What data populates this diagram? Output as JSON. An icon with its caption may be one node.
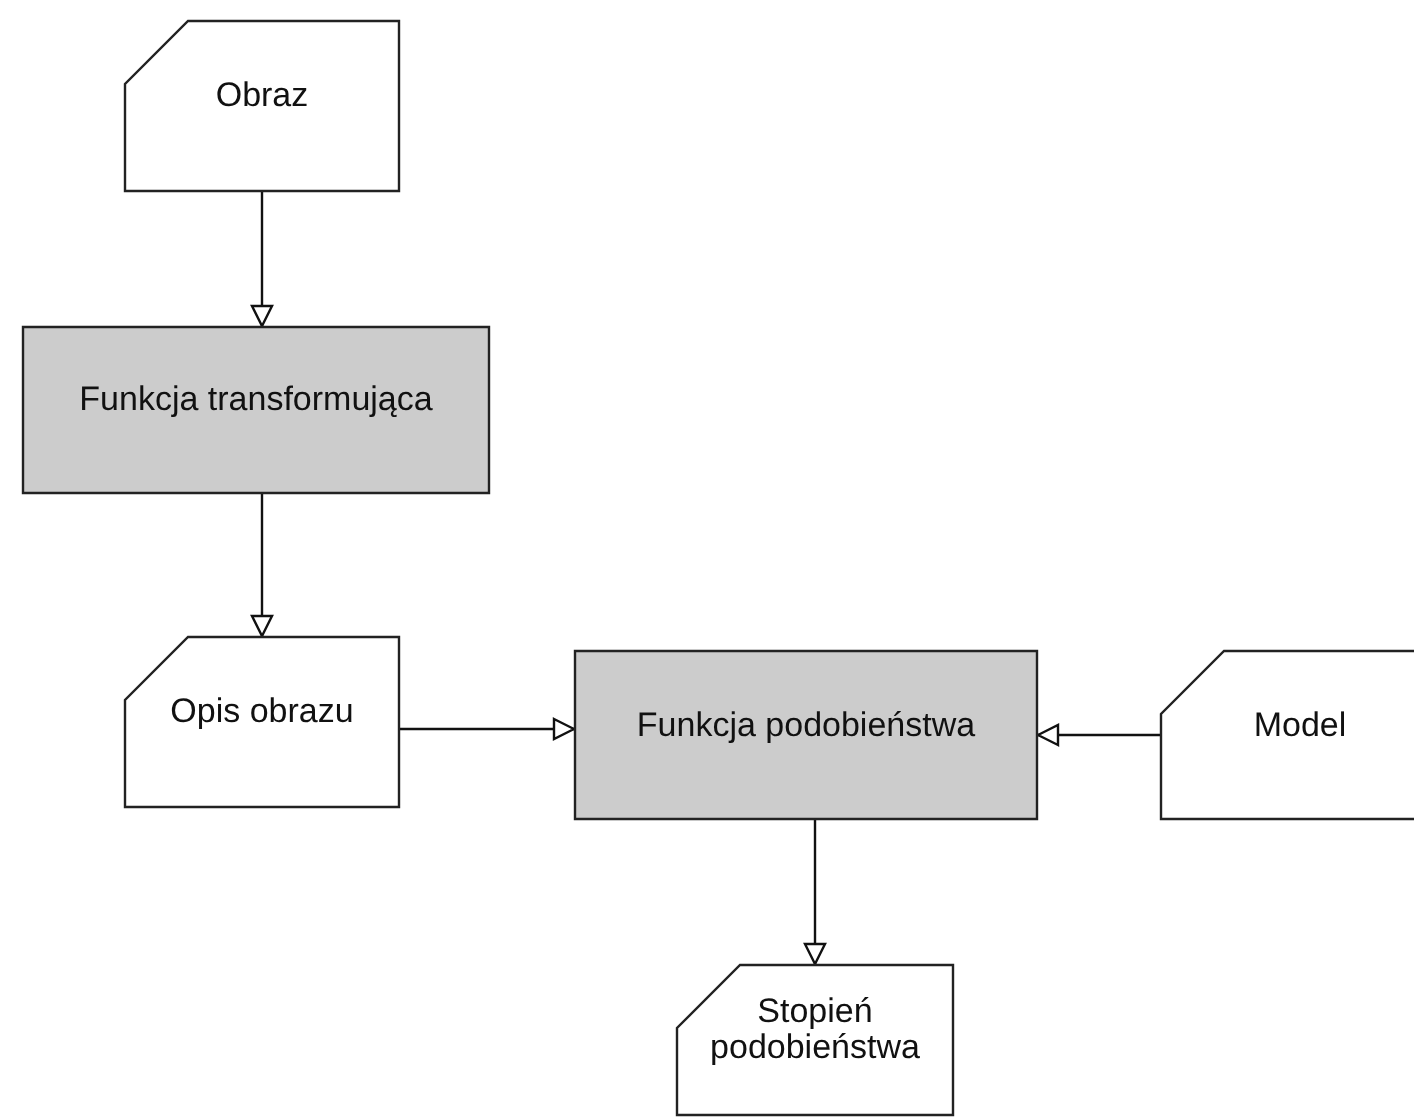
{
  "diagram": {
    "nodes": [
      {
        "text": [
          "Obraz"
        ]
      },
      {
        "text": [
          "Funkcja transformująca"
        ]
      },
      {
        "text": [
          "Opis obrazu"
        ]
      },
      {
        "text": [
          "Funkcja podobieństwa"
        ]
      },
      {
        "text": [
          "Model"
        ]
      },
      {
        "text": [
          "Stopień podobieństwa"
        ]
      }
    ],
    "edges": [
      {
        "from": 0,
        "to": 1,
        "arrow": "to"
      },
      {
        "from": 1,
        "to": 2,
        "arrow": "to"
      },
      {
        "from": 2,
        "to": 3,
        "arrow": "to"
      },
      {
        "from": 4,
        "to": 3,
        "arrow": "to"
      },
      {
        "from": 3,
        "to": 5,
        "arrow": "to"
      }
    ]
  }
}
